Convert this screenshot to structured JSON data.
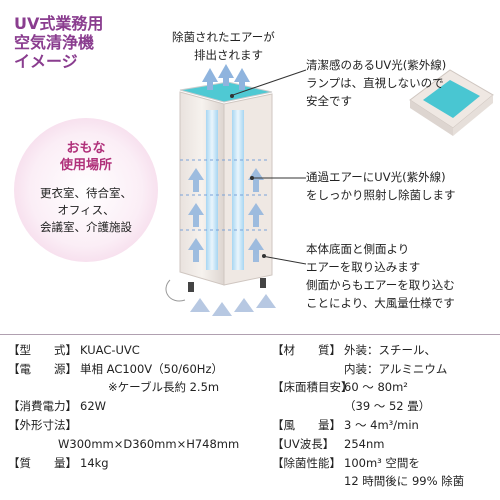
{
  "title": {
    "line1": "UV式業務用",
    "line2": "空気清浄機",
    "line3": "イメージ"
  },
  "uses": {
    "head1": "おもな",
    "head2": "使用場所",
    "items": [
      "更衣室、待合室、",
      "オフィス、",
      "会議室、介護施設"
    ]
  },
  "callouts": {
    "top": [
      "除菌されたエアーが",
      "排出されます"
    ],
    "lamp": [
      "清潔感のあるUV光(紫外線)",
      "ランプは、直視しないので",
      "安全です"
    ],
    "pass": [
      "通過エアーにUV光(紫外線)",
      "をしっかり照射し除菌します"
    ],
    "intake": [
      "本体底面と側面より",
      "エアーを取り込みます",
      "側面からもエアーを取り込む",
      "ことにより、大風量仕様です"
    ]
  },
  "specs_left": [
    {
      "label": "【型　　式】",
      "value": "KUAC-UVC"
    },
    {
      "label": "【電　　源】",
      "value": "単相 AC100V（50/60Hz）"
    },
    {
      "label": "",
      "value": "※ケーブル長約 2.5m"
    },
    {
      "label": "【消費電力】",
      "value": "62W"
    },
    {
      "label": "【外形寸法】",
      "value": ""
    },
    {
      "label": "",
      "value": "W300mm×D360mm×H748mm"
    },
    {
      "label": "【質　　量】",
      "value": "14kg"
    }
  ],
  "specs_right": [
    {
      "label": "【材　　質】",
      "value": "外装：スチール、"
    },
    {
      "label": "",
      "value": "内装：アルミニウム"
    },
    {
      "label": "【床面積目安】",
      "value": "60 ～ 80m²"
    },
    {
      "label": "",
      "value": "（39 ～ 52 畳）"
    },
    {
      "label": "【風　　量】",
      "value": "3 ～ 4m³/min"
    },
    {
      "label": "【UV波長】",
      "value": "254nm"
    },
    {
      "label": "【除菌性能】",
      "value": "100m³ 空間を"
    },
    {
      "label": "",
      "value": "12 時間後に 99% 除菌"
    }
  ]
}
